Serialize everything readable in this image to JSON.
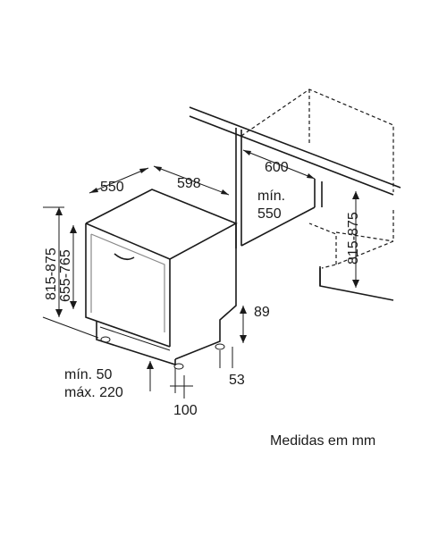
{
  "dimensions": {
    "appliance_depth": "550",
    "appliance_width": "598",
    "appliance_height_range": "815-875",
    "inner_height_range": "655-765",
    "niche_depth": "600",
    "min_label": "mín.",
    "niche_min_width": "550",
    "niche_height_range": "815-875",
    "kick_height": "89",
    "kick_offset": "53",
    "foot_offset": "100",
    "door_min": "mín. 50",
    "door_max": "máx. 220"
  },
  "caption": "Medidas em mm"
}
